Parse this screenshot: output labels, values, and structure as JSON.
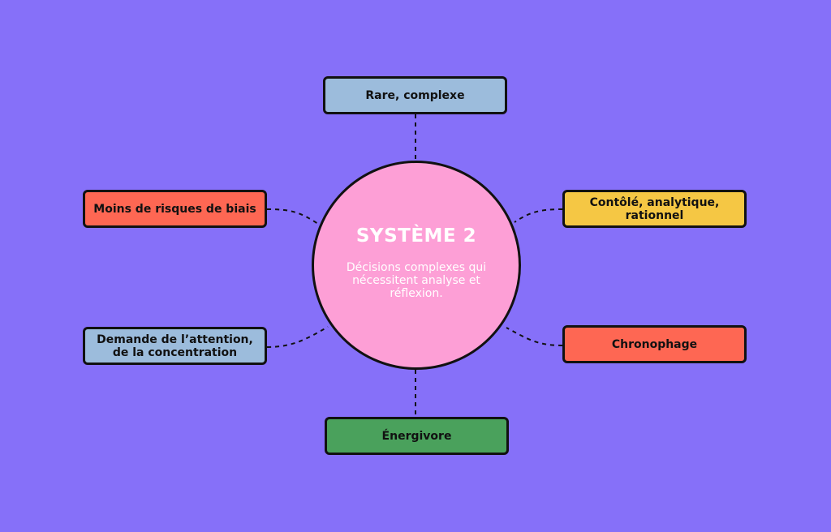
{
  "colors": {
    "background": "#8670f9",
    "center_fill": "#fd9fd6",
    "light_blue": "#9cbcdc",
    "red": "#fe6753",
    "yellow": "#f5c744",
    "green": "#4aa15c"
  },
  "center": {
    "title": "SYSTÈME 2",
    "description": "Décisions complexes qui nécessitent analyse et réflexion."
  },
  "nodes": {
    "top": {
      "label": "Rare, complexe",
      "color": "#9cbcdc"
    },
    "left_top": {
      "label": "Moins de risques de biais",
      "color": "#fe6753"
    },
    "right_top": {
      "label": "Contôlé, analytique, rationnel",
      "color": "#f5c744"
    },
    "left_bottom": {
      "label": "Demande de l’attention, de la concentration",
      "color": "#9cbcdc"
    },
    "right_bottom": {
      "label": "Chronophage",
      "color": "#fe6753"
    },
    "bottom": {
      "label": "Énergivore",
      "color": "#4aa15c"
    }
  }
}
